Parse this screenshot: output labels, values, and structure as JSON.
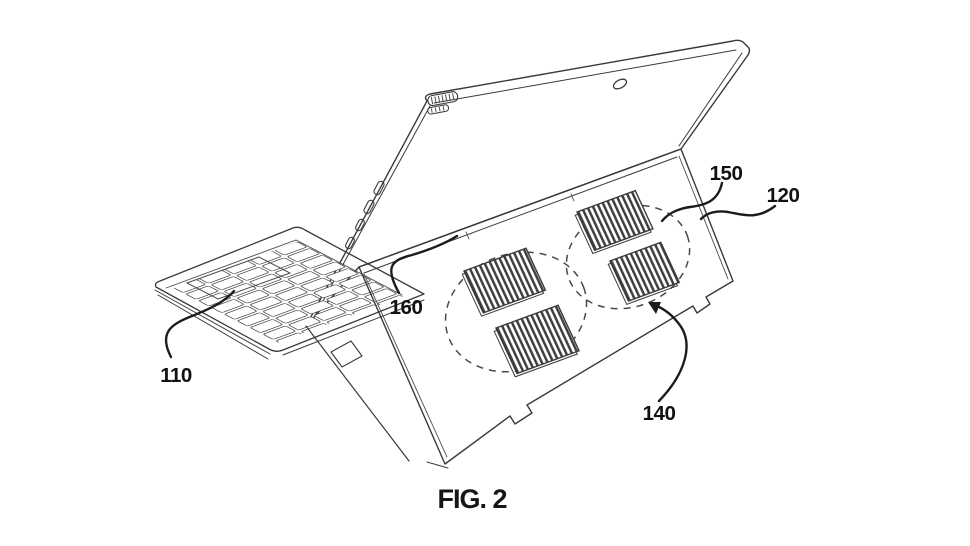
{
  "figure": {
    "caption": "FIG. 2"
  },
  "ref_labels": [
    {
      "id": "110",
      "text": "110"
    },
    {
      "id": "120",
      "text": "120"
    },
    {
      "id": "140",
      "text": "140"
    },
    {
      "id": "150",
      "text": "150"
    },
    {
      "id": "160",
      "text": "160"
    }
  ],
  "colors": {
    "background": "#ffffff",
    "line": "#3a3a3a",
    "leader": "#1c1c1c",
    "label_text": "#111111"
  }
}
